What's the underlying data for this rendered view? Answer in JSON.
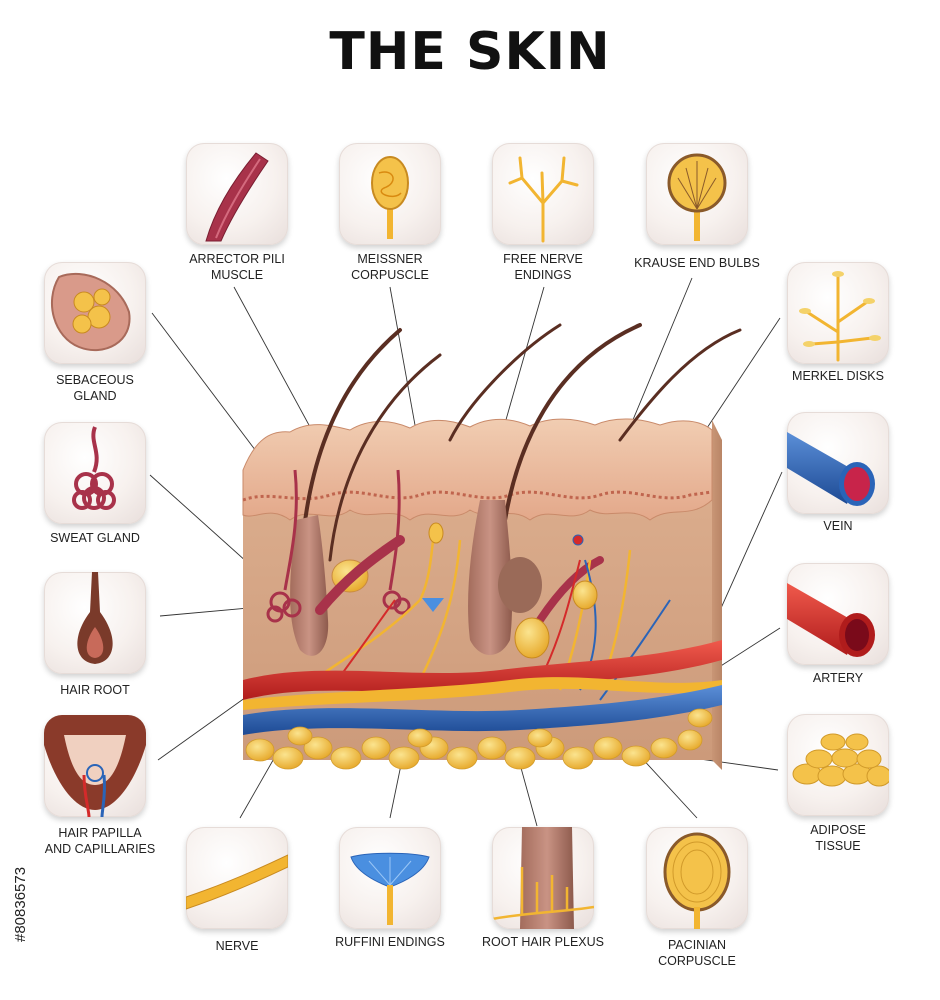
{
  "title": "THE SKIN",
  "stock_id": "#80836573",
  "labels": {
    "arrector": [
      "ARRECTOR PILI",
      "MUSCLE"
    ],
    "meissner": [
      "MEISSNER",
      "CORPUSCLE"
    ],
    "free_nerve": [
      "FREE NERVE",
      "ENDINGS"
    ],
    "krause": [
      "KRAUSE END BULBS"
    ],
    "sebaceous": [
      "SEBACEOUS",
      "GLAND"
    ],
    "sweat": [
      "SWEAT GLAND"
    ],
    "hair_root": [
      "HAIR ROOT"
    ],
    "papilla": [
      "HAIR PAPILLA",
      "AND CAPILLARIES"
    ],
    "merkel": [
      "MERKEL DISKS"
    ],
    "vein": [
      "VEIN"
    ],
    "artery": [
      "ARTERY"
    ],
    "adipose": [
      "ADIPOSE",
      "TISSUE"
    ],
    "nerve": [
      "NERVE"
    ],
    "ruffini": [
      "RUFFINI ENDINGS"
    ],
    "root_plexus": [
      "ROOT HAIR PLEXUS"
    ],
    "pacinian": [
      "PACINIAN",
      "CORPUSCLE"
    ]
  },
  "colors": {
    "epidermis": "#e8b99a",
    "dermis": "#d9ad8c",
    "artery": "#d42a2a",
    "vein": "#2a64b8",
    "nerve": "#f2b531",
    "fat": "#f4c24a",
    "muscle": "#a8324a"
  }
}
